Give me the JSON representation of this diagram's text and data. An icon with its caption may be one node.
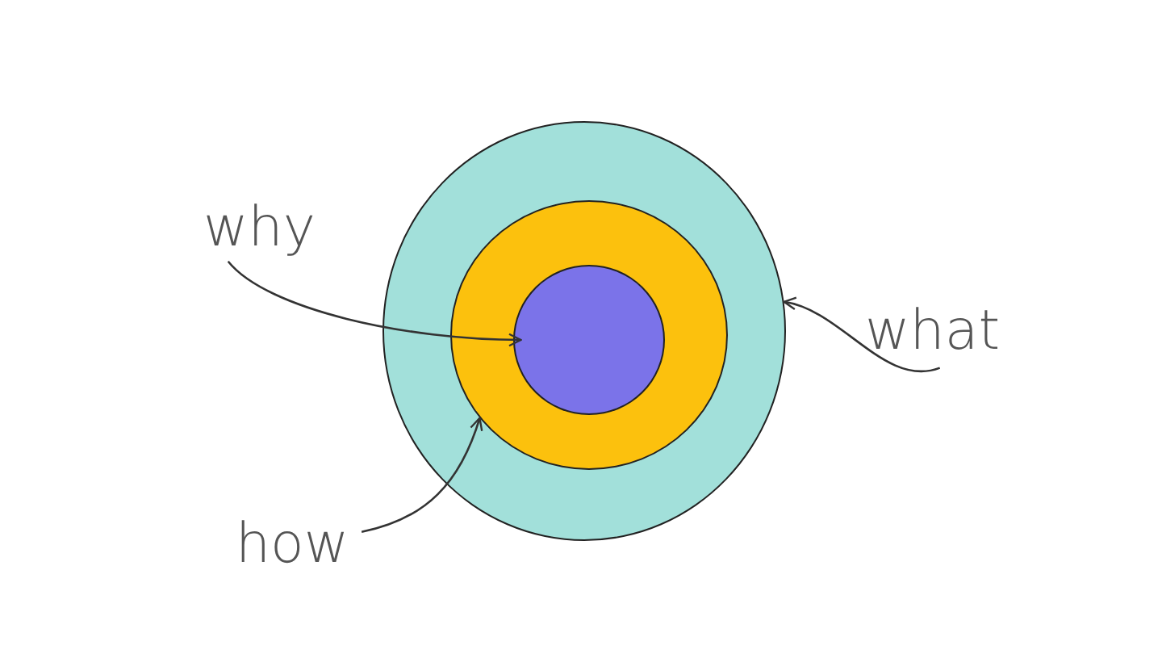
{
  "diagram": {
    "nodes": [
      {
        "text": [],
        "shape": "circle"
      },
      {
        "text": [],
        "shape": "circle",
        "in": 0
      },
      {
        "text": [],
        "shape": "circle",
        "in": 1
      },
      {
        "text": [
          "why"
        ]
      },
      {
        "text": [
          "what"
        ]
      },
      {
        "text": [
          "how"
        ]
      }
    ],
    "edges": [
      {
        "from": 3,
        "to": 2,
        "arrow": "to"
      },
      {
        "from": 4,
        "to": 0,
        "arrow": "to"
      },
      {
        "from": 5,
        "to": 1,
        "arrow": "to"
      }
    ]
  }
}
